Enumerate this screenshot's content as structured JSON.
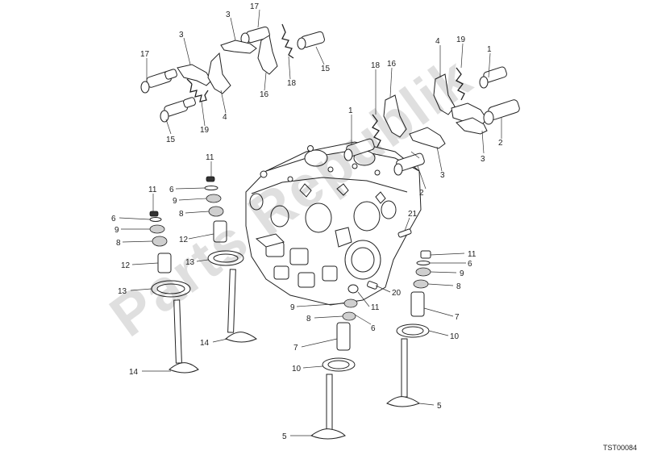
{
  "watermark": "Parts Republik",
  "drawing_code": "TST00084",
  "callouts": {
    "c17a": "17",
    "c3a": "3",
    "c3b": "3",
    "c17b": "17",
    "c16a": "16",
    "c18a": "18",
    "c15a": "15",
    "c4a": "4",
    "c19a": "19",
    "c15b": "15",
    "c4b": "4",
    "c19b": "19",
    "c1a": "1",
    "c18b": "18",
    "c16b": "16",
    "c1b": "1",
    "c2a": "2",
    "c3c": "3",
    "c3d": "3",
    "c2b": "2",
    "c11a": "11",
    "c6a": "6",
    "c9a": "9",
    "c8a": "8",
    "c12a": "12",
    "c13a": "13",
    "c14a": "14",
    "c11b": "11",
    "c6b": "6",
    "c9b": "9",
    "c8b": "8",
    "c12b": "12",
    "c13b": "13",
    "c14b": "14",
    "c21": "21",
    "c20": "20",
    "c9c": "9",
    "c11c": "11",
    "c8c": "8",
    "c6c": "6",
    "c7a": "7",
    "c10a": "10",
    "c5a": "5",
    "c11d": "11",
    "c6d": "6",
    "c9d": "9",
    "c8d": "8",
    "c7b": "7",
    "c10b": "10",
    "c5b": "5"
  }
}
